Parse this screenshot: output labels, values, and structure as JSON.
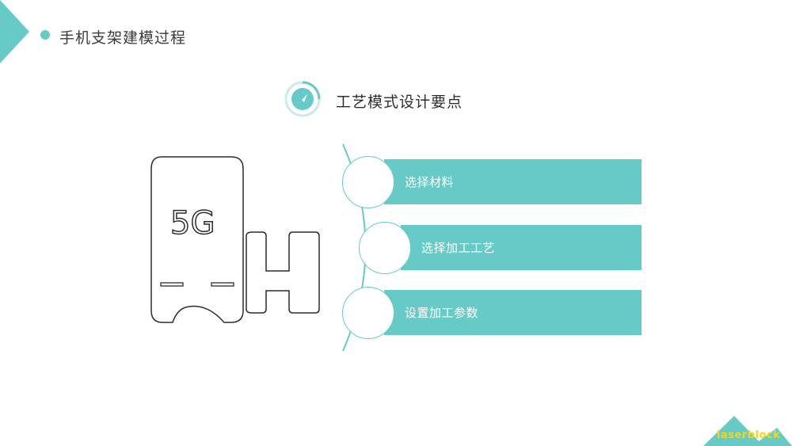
{
  "header": {
    "title": "手机支架建模过程"
  },
  "section": {
    "title": "工艺模式设计要点",
    "icon": "compass-arrow-icon"
  },
  "illustration": {
    "label": "5G",
    "letter": "H"
  },
  "items": [
    {
      "label": "选择材料"
    },
    {
      "label": "选择加工工艺"
    },
    {
      "label": "设置加工参数"
    }
  ],
  "brand": {
    "logo": "laserblock"
  },
  "colors": {
    "accent": "#66cbc6",
    "logo": "#f2d51d"
  }
}
